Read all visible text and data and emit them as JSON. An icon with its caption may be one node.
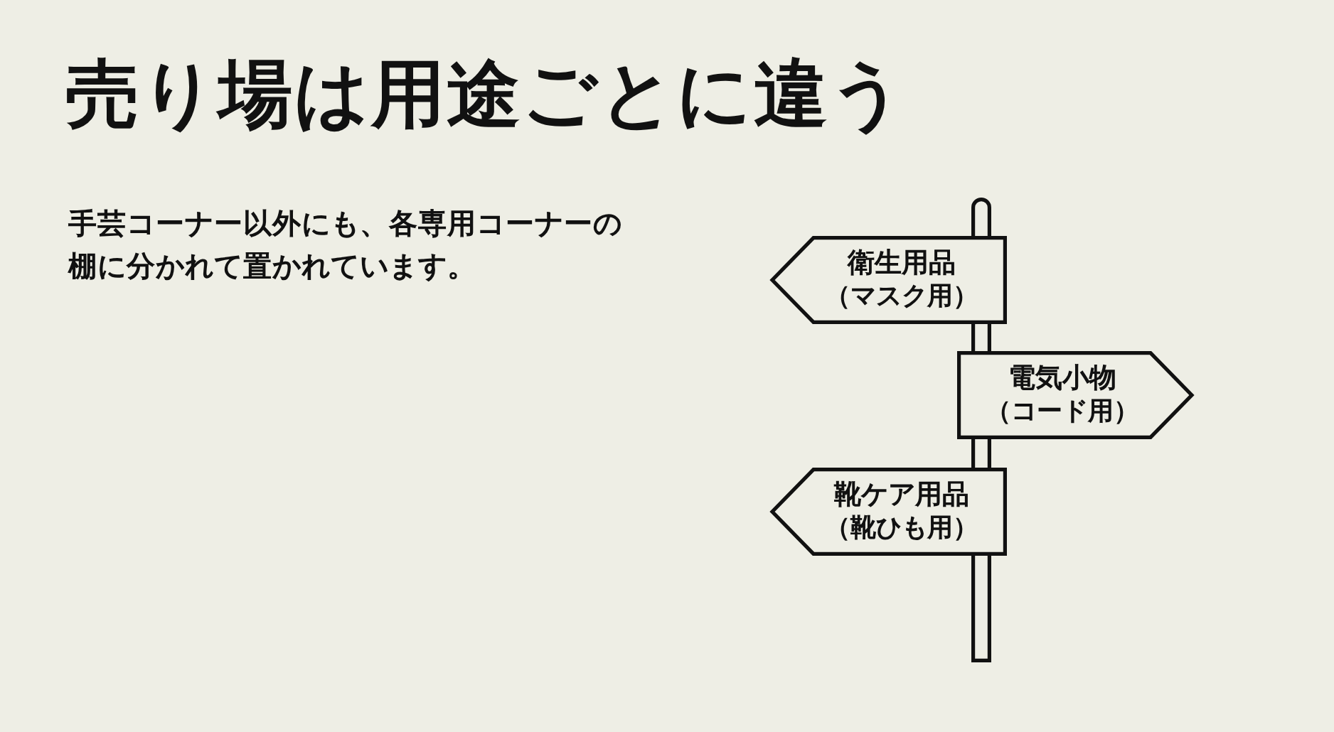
{
  "diagram": {
    "title": "売り場は用途ごとに違う",
    "nodes": [
      {
        "text": [
          "衛生用品",
          "（マスク用）"
        ]
      },
      {
        "text": [
          "電気小物",
          "（コード用）"
        ]
      },
      {
        "text": [
          "靴ケア用品",
          "（靴ひも用）"
        ]
      },
      {
        "text": [],
        "shape": "bar"
      }
    ],
    "labels": [
      "手芸コーナー以外にも、各専用コーナーの棚に分かれて置かれています。"
    ]
  }
}
